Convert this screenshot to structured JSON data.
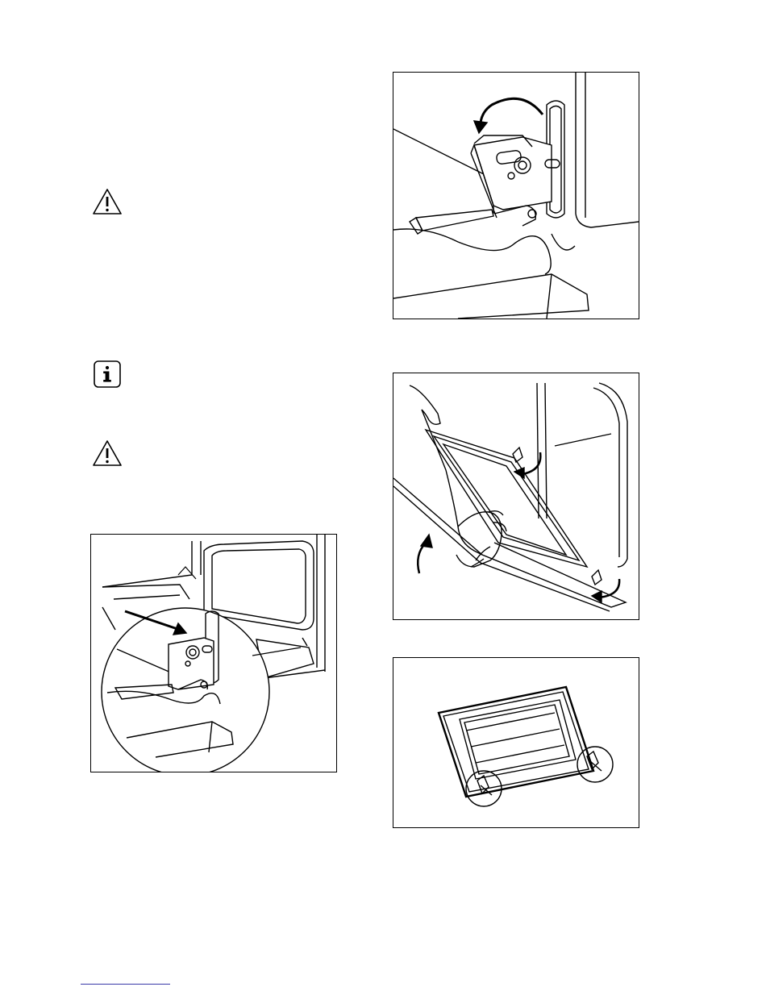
{
  "page": {
    "icons": [
      {
        "name": "warning-icon",
        "kind": "triangle-exclamation"
      },
      {
        "name": "info-icon",
        "kind": "square-i"
      },
      {
        "name": "warning-icon",
        "kind": "triangle-exclamation"
      }
    ],
    "figures": [
      {
        "name": "hinge-lever-closed-detail"
      },
      {
        "name": "hinge-lever-rotate"
      },
      {
        "name": "door-lift-remove"
      },
      {
        "name": "door-removed-hinges"
      }
    ],
    "colors": {
      "ink": "#000000",
      "footer_rule": "#3a3aa8"
    }
  }
}
